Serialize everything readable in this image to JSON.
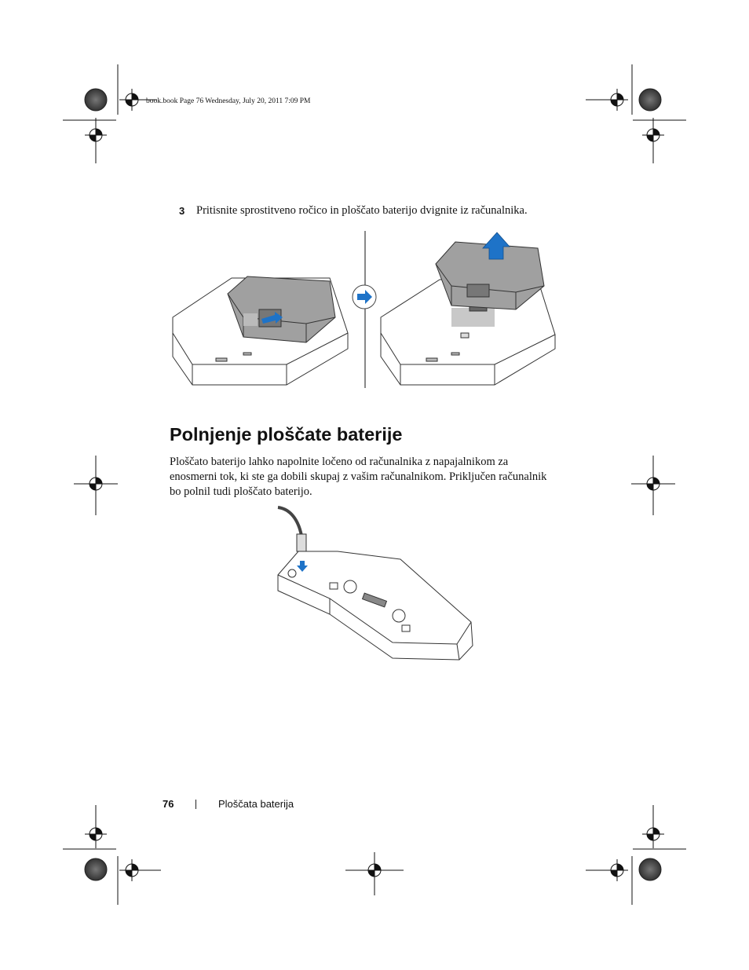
{
  "print_marks": {
    "header_info": "book.book  Page 76  Wednesday, July 20, 2011  7:09 PM"
  },
  "content": {
    "step": {
      "number": "3",
      "text": "Pritisnite sprostitveno ročico in ploščato baterijo dvignite iz računalnika."
    },
    "section_title": "Polnjenje ploščate baterije",
    "paragraph": "Ploščato baterijo lahko napolnite ločeno od računalnika z napajalnikom za enosmerni tok, ki ste ga dobili skupaj z vašim računalnikom. Priključen računalnik bo polnil tudi ploščato baterijo."
  },
  "footer": {
    "page_number": "76",
    "title": "Ploščata baterija"
  },
  "colors": {
    "arrow_blue": "#1e73c8",
    "battery_grey": "#9a9a9a",
    "line": "#333333"
  }
}
